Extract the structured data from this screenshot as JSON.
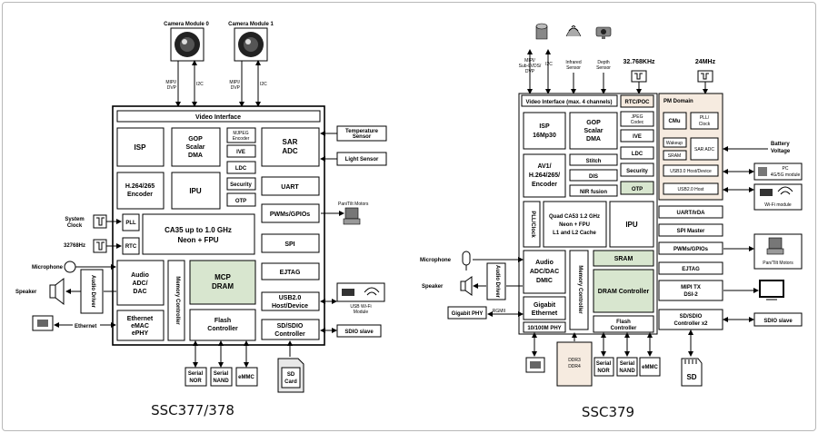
{
  "left": {
    "title": "SSC377/378",
    "camera0": "Camera Module 0",
    "camera1": "Camera Module 1",
    "mipi": [
      "MIPI/",
      "DVP"
    ],
    "i2c": "I2C",
    "video_if": "Video Interface",
    "isp": "ISP",
    "gop": [
      "GOP",
      "Scalar",
      "DMA"
    ],
    "mjpeg": [
      "MJPEG",
      "Encoder"
    ],
    "ive": "IVE",
    "ldc": "LDC",
    "security": "Security",
    "otp": "OTP",
    "h264": [
      "H.264/265",
      "Encoder"
    ],
    "ipu": "IPU",
    "sar": [
      "SAR",
      "ADC"
    ],
    "uart": "UART",
    "pll": "PLL",
    "rtc": "RTC",
    "cpu": [
      "CA35 up to 1.0 GHz",
      "Neon + FPU"
    ],
    "pwm": "PWMs/GPIOs",
    "spi": "SPI",
    "ejtag": "EJTAG",
    "audio": [
      "Audio",
      "ADC/",
      "DAC"
    ],
    "memctrl": "Memory Controller",
    "mcp": [
      "MCP",
      "DRAM"
    ],
    "usb": [
      "USB2.0",
      "Host/Device"
    ],
    "ethernet": [
      "Ethernet",
      "eMAC",
      "ePHY"
    ],
    "flash": [
      "Flash",
      "Controller"
    ],
    "sdio": [
      "SD/SDIO",
      "Controller"
    ],
    "audio_driver": "Audio Driver",
    "system_clock": [
      "System",
      "Clock"
    ],
    "clk32k": "32768Hz",
    "microphone": "Microphone",
    "speaker": "Speaker",
    "ethernet_ext": "Ethernet",
    "temp_sensor": [
      "Temperature",
      "Sensor"
    ],
    "light_sensor": "Light Sensor",
    "pan_tilt": "Pan/Tilt Motors",
    "usb_wifi": [
      "USB Wi-Fi",
      "Module"
    ],
    "sdio_slave": "SDIO slave",
    "serial_nor": [
      "Serial",
      "NOR"
    ],
    "serial_nand": [
      "Serial",
      "NAND"
    ],
    "emmc": "eMMC",
    "sd_card": [
      "SD",
      "Card"
    ]
  },
  "right": {
    "title": "SSC379",
    "mipi_top": [
      "MIPI/",
      "Sub-LVDS/",
      "DVP"
    ],
    "i2c": "I2C",
    "infrared": [
      "Infrared",
      "Sensor"
    ],
    "depth": [
      "Depth",
      "Sensor"
    ],
    "xtal32": "32.768KHz",
    "xtal24": "24MHz",
    "video_if": "Video Interface (max. 4 channels)",
    "rtc_poc": "RTC/POC",
    "pm_domain": "PM Domain",
    "isp": [
      "ISP",
      "16Mp30"
    ],
    "gop": [
      "GOP",
      "Scalar",
      "DMA"
    ],
    "jpeg": [
      "JPEG",
      "Codec"
    ],
    "ive": "IVE",
    "ldc": "LDC",
    "security": "Security",
    "otp": "OTP",
    "stitch": "Stitch",
    "dis": "DIS",
    "nir": "NIR fusion",
    "av1": [
      "AV1/",
      "H.264/265/",
      "Encoder"
    ],
    "cmu": "CMu",
    "pll_clock": [
      "PLL/",
      "Clock"
    ],
    "wakeup": "Wakeup",
    "sram_pm": "SRAM",
    "sar_adc": "SAR ADC",
    "usb3": "USB3.0 Host/Device",
    "usb2": "USB2.0 Host",
    "pll_clock_side": "PLL/Clock",
    "cpu": [
      "Quad CA53 1.2 GHz",
      "Neon + FPU",
      "L1 and L2 Cache"
    ],
    "ipu": "IPU",
    "uart": "UART/IrDA",
    "spi": "SPI Master",
    "pwm": "PWMs/GPIOs",
    "ejtag": "EJTAG",
    "mipi_tx": [
      "MIPI TX",
      "DSI-2"
    ],
    "sdsdio": [
      "SD/SDIO",
      "Controller x2"
    ],
    "audio": [
      "Audio",
      "ADC/DAC",
      "DMIC"
    ],
    "memctrl": "Memory Controller",
    "sram": "SRAM",
    "dram_ctrl": "DRAM Controller",
    "gbe": [
      "Gigabit",
      "Ethernet"
    ],
    "phy100": "10/100M PHY",
    "flash": [
      "Flash",
      "Controller"
    ],
    "audio_driver": "Audio Driver",
    "microphone": "Microphone",
    "speaker": "Speaker",
    "gphy": "Gigabit PHY",
    "rgmii": "RGMII",
    "battery": [
      "Battery",
      "Voltage"
    ],
    "modem": [
      "PC",
      "4G/5G module"
    ],
    "wifi": "Wi-Fi module",
    "pan_tilt": "Pan/Tilt Motors",
    "sdio_slave": "SDIO slave",
    "ddr": [
      "DDR3",
      "DDR4"
    ],
    "serial_nor": [
      "Serial",
      "NOR"
    ],
    "serial_nand": [
      "Serial",
      "NAND"
    ],
    "emmc": "eMMC",
    "sd": "SD"
  }
}
